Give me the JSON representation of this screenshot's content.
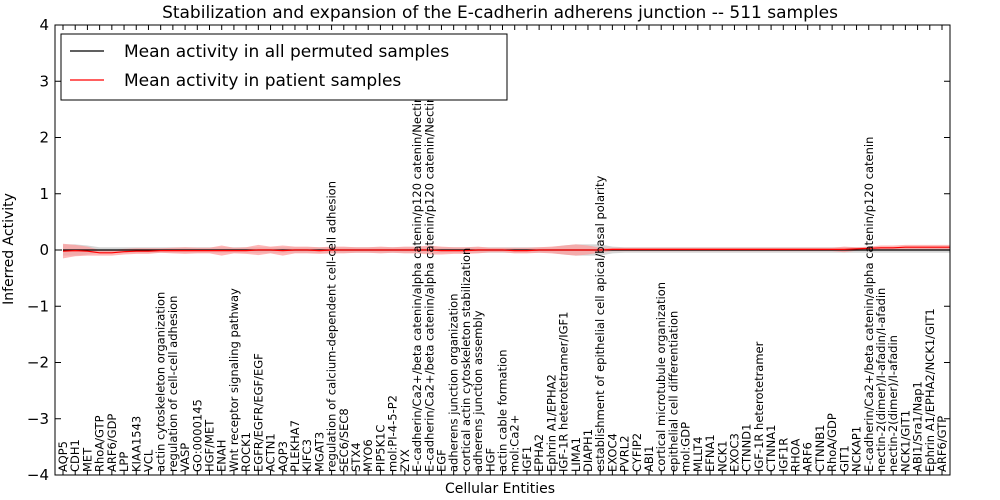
{
  "chart_data": {
    "type": "line",
    "title": "Stabilization and expansion of the E-cadherin adherens junction -- 511 samples",
    "xlabel": "Cellular Entities",
    "ylabel": "Inferred Activity",
    "ylim": [
      -4,
      4
    ],
    "yticks": [
      -4,
      -3,
      -2,
      -1,
      0,
      1,
      2,
      3,
      4
    ],
    "grid": false,
    "legend_placement": "top-left",
    "categories": [
      "AQP5",
      "CDH1",
      "MET",
      "RhoA/GTP",
      "ARF6/GDP",
      "LPP",
      "KIAA1543",
      "VCL",
      "actin cytoskeleton organization",
      "regulation of cell-cell adhesion",
      "VASP",
      "GO:0000145",
      "HGF/MET",
      "ENAH",
      "Wnt receptor signaling pathway",
      "ROCK1",
      "EGFR/EGFR/EGF/EGF",
      "ACTN1",
      "AQP3",
      "PLEKHA7",
      "KIFC3",
      "MGAT3",
      "regulation of calcium-dependent cell-cell adhesion",
      "SEC6/SEC8",
      "STX4",
      "MYO6",
      "PIP5K1C",
      "mol:PI-4-5-P2",
      "ZYX",
      "E-cadherin/Ca2+/beta catenin/alpha catenin/p120 catenin/Nectin",
      "E-cadherin/Ca2+/beta catenin/alpha catenin/p120 catenin/Nectin",
      "EGF",
      "adherens junction organization",
      "cortical actin cytoskeleton stabilization",
      "adherens junction assembly",
      "HGF",
      "actin cable formation",
      "mol:Ca2+",
      "IGF1",
      "EPHA2",
      "Ephrin A1/EPHA2",
      "IGF-1R heterotetramer/IGF1",
      "LIMA1",
      "DIAPH1",
      "establishment of epithelial cell apical/basal polarity",
      "EXOC4",
      "PVRL2",
      "CYFIP2",
      "ABI1",
      "cortical microtubule organization",
      "epithelial cell differentiation",
      "mol:GDP",
      "MLLT4",
      "EFNA1",
      "NCK1",
      "EXOC3",
      "CTNND1",
      "IGF-1R heterotetramer",
      "CTNNA1",
      "IGF1R",
      "RHOA",
      "ARF6",
      "CTNNB1",
      "RhoA/GDP",
      "GIT1",
      "NCKAP1",
      "E-cadherin/Ca2+/beta catenin/alpha catenin/p120 catenin",
      "nectin-2(dimer)/I-afadin/I-afadin",
      "nectin-2(dimer)/I-afadin",
      "NCK1/GIT1",
      "ABI1/Sra1/Nap1",
      "Ephrin A1/EPHA2/NCK1/GIT1",
      "ARF6/GTP"
    ],
    "series": [
      {
        "name": "Mean activity in all permuted samples",
        "color": "#000000",
        "band_color": "#b3b3b3",
        "values": [
          0,
          0,
          0,
          0,
          0,
          0,
          0,
          0,
          0,
          0,
          0,
          0,
          0,
          0,
          0,
          0,
          0,
          0,
          0,
          0,
          0,
          0,
          0,
          0,
          0,
          0,
          0,
          0,
          0,
          0,
          0,
          0,
          0,
          0,
          0,
          0,
          0,
          0,
          0,
          0,
          0,
          0,
          0,
          0,
          0,
          0,
          0,
          0,
          0,
          0,
          0,
          0,
          0,
          0,
          0,
          0,
          0,
          0,
          0,
          0,
          0,
          0,
          0,
          0,
          0,
          0,
          0,
          0,
          0,
          0,
          0,
          0,
          0,
          0
        ],
        "band": [
          0.1,
          0.1,
          0.08,
          0.05,
          0.05,
          0.05,
          0.05,
          0.05,
          0.05,
          0.05,
          0.05,
          0.05,
          0.05,
          0.05,
          0.05,
          0.05,
          0.05,
          0.05,
          0.05,
          0.05,
          0.05,
          0.05,
          0.05,
          0.05,
          0.05,
          0.05,
          0.05,
          0.05,
          0.05,
          0.05,
          0.05,
          0.05,
          0.05,
          0.05,
          0.05,
          0.05,
          0.05,
          0.05,
          0.05,
          0.05,
          0.05,
          0.08,
          0.1,
          0.1,
          0.1,
          0.06,
          0.05,
          0.05,
          0.05,
          0.05,
          0.05,
          0.05,
          0.05,
          0.05,
          0.05,
          0.05,
          0.05,
          0.05,
          0.05,
          0.05,
          0.05,
          0.05,
          0.05,
          0.05,
          0.05,
          0.05,
          0.05,
          0.05,
          0.05,
          0.05,
          0.05,
          0.05,
          0.05,
          0.05
        ]
      },
      {
        "name": "Mean activity in patient samples",
        "color": "#ff0000",
        "band_color": "#ff9999",
        "values": [
          -0.02,
          -0.01,
          -0.02,
          -0.05,
          -0.05,
          -0.03,
          -0.02,
          -0.02,
          -0.01,
          -0.01,
          -0.01,
          -0.01,
          -0.01,
          -0.01,
          -0.01,
          -0.01,
          0,
          0,
          -0.01,
          0,
          0,
          -0.01,
          0,
          0,
          0,
          0,
          0,
          0,
          0,
          0,
          0,
          -0.01,
          -0.01,
          -0.01,
          0,
          0,
          0,
          -0.01,
          -0.01,
          0,
          0,
          0,
          0,
          0,
          0,
          0.01,
          0.01,
          0.01,
          0.01,
          0.01,
          0.01,
          0.01,
          0.01,
          0.01,
          0.01,
          0.01,
          0.01,
          0.01,
          0.01,
          0.01,
          0.01,
          0.01,
          0.01,
          0.01,
          0.01,
          0.02,
          0.03,
          0.04,
          0.04,
          0.05,
          0.05,
          0.05,
          0.05,
          0.05
        ],
        "band": [
          0.13,
          0.1,
          0.08,
          0.05,
          0.05,
          0.05,
          0.05,
          0.05,
          0.04,
          0.05,
          0.06,
          0.05,
          0.05,
          0.09,
          0.05,
          0.06,
          0.09,
          0.06,
          0.09,
          0.06,
          0.06,
          0.06,
          0.06,
          0.06,
          0.05,
          0.05,
          0.06,
          0.05,
          0.06,
          0.06,
          0.08,
          0.07,
          0.06,
          0.06,
          0.06,
          0.04,
          0.04,
          0.05,
          0.05,
          0.05,
          0.06,
          0.08,
          0.1,
          0.08,
          0.04,
          0.03,
          0.03,
          0.03,
          0.03,
          0.03,
          0.03,
          0.03,
          0.03,
          0.03,
          0.03,
          0.03,
          0.03,
          0.03,
          0.03,
          0.03,
          0.03,
          0.03,
          0.03,
          0.03,
          0.05,
          0.03,
          0.03,
          0.04,
          0.04,
          0.04,
          0.04,
          0.04,
          0.04,
          0.04
        ]
      }
    ]
  }
}
